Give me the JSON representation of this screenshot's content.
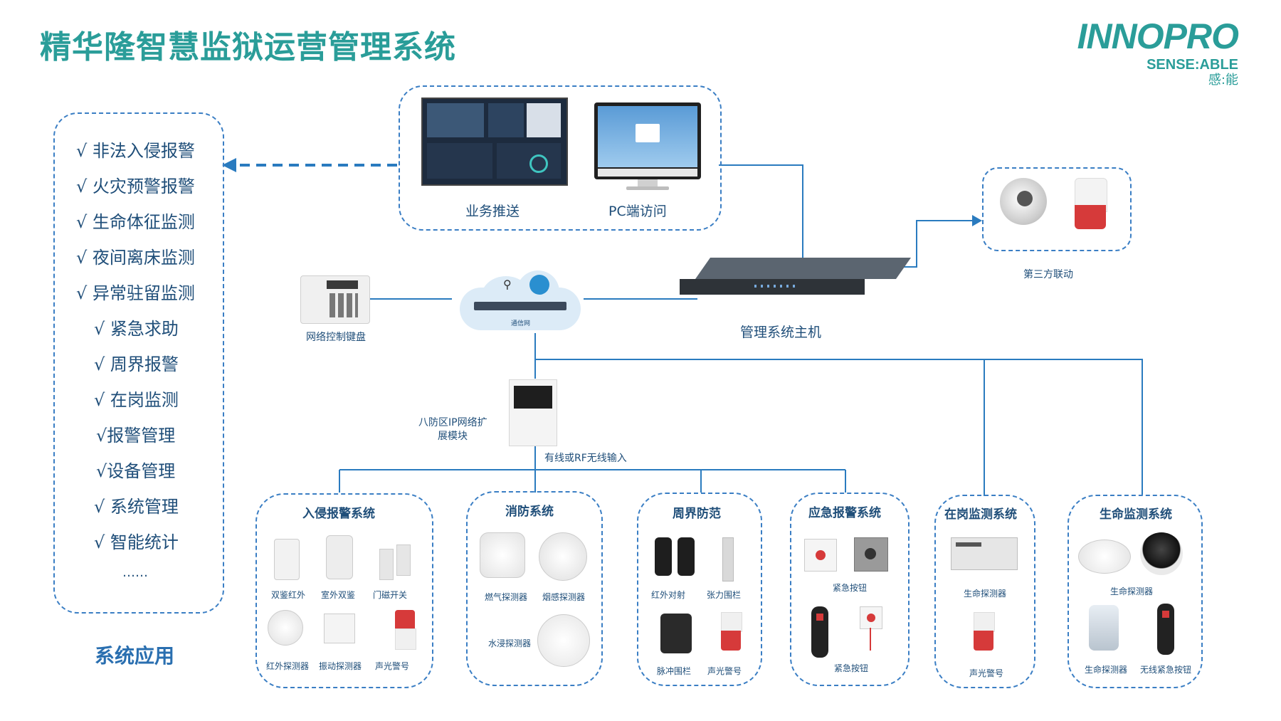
{
  "header": {
    "title": "精华隆智慧监狱运营管理系统"
  },
  "logo": {
    "main": "INNOPRO",
    "sub": "SENSE:ABLE",
    "cn": "感:能"
  },
  "applications": {
    "items": [
      "√ 非法入侵报警",
      "√ 火灾预警报警",
      "√ 生命体征监测",
      "√ 夜间离床监测",
      "√ 异常驻留监测",
      "√ 紧急求助",
      "√ 周界报警",
      "√ 在岗监测",
      "√报警管理",
      "√设备管理",
      "√ 系统管理",
      "√ 智能统计",
      "……"
    ],
    "caption": "系统应用"
  },
  "top_group": {
    "push_label": "业务推送",
    "pc_label": "PC端访问"
  },
  "third_party": {
    "label": "第三方联动"
  },
  "keyboard": {
    "label": "网络控制键盘"
  },
  "cloud": {
    "label": "通信网"
  },
  "host": {
    "label": "管理系统主机"
  },
  "expansion": {
    "label_line1": "八防区IP网络扩",
    "label_line2": "展模块",
    "input_label": "有线或RF无线输入"
  },
  "subsystems": [
    {
      "title": "入侵报警系统",
      "devices": [
        "双鉴红外",
        "室外双鉴",
        "门磁开关",
        "红外探测器",
        "振动探测器",
        "声光警号"
      ]
    },
    {
      "title": "消防系统",
      "devices": [
        "燃气探测器",
        "烟感探测器",
        "水浸探测器"
      ]
    },
    {
      "title": "周界防范",
      "devices": [
        "红外对射",
        "张力围栏",
        "脉冲围栏",
        "声光警号"
      ]
    },
    {
      "title": "应急报警系统",
      "devices": [
        "紧急按钮",
        "紧急按钮"
      ]
    },
    {
      "title": "在岗监测系统",
      "devices": [
        "生命探测器",
        "声光警号"
      ]
    },
    {
      "title": "生命监测系统",
      "devices": [
        "生命探测器",
        "生命探测器",
        "无线紧急按钮"
      ]
    }
  ],
  "colors": {
    "title": "#2a9d99",
    "line": "#2a7bbf",
    "dash": "#3a7ec4",
    "text": "#1f4e79"
  }
}
